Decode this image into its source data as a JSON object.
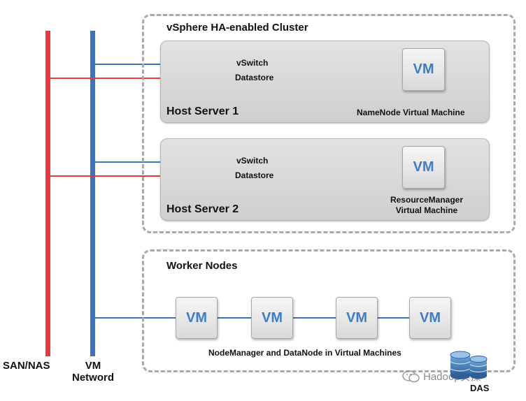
{
  "clusters": {
    "ha_title": "vSphere HA-enabled Cluster",
    "worker_title": "Worker Nodes"
  },
  "hosts": [
    {
      "name": "Host Server 1",
      "vswitch": "vSwitch",
      "datastore": "Datastore",
      "vm": "VM",
      "vm_caption": "NameNode Virtual Machine"
    },
    {
      "name": "Host Server 2",
      "vswitch": "vSwitch",
      "datastore": "Datastore",
      "vm": "VM",
      "vm_caption_line1": "ResourceManager",
      "vm_caption_line2": "Virtual Machine"
    }
  ],
  "workers": {
    "vms": [
      "VM",
      "VM",
      "VM",
      "VM"
    ],
    "caption": "NodeManager and DataNode in Virtual Machines"
  },
  "networks": {
    "san_label": "SAN/NAS",
    "vm_label_line1": "VM",
    "vm_label_line2": "Netword"
  },
  "das": {
    "label": "DAS"
  },
  "watermark": {
    "text": "Hadoop实操"
  },
  "colors": {
    "san": "#e8383d",
    "vm_network": "#3c74b8",
    "vm_text": "#3e7cc4",
    "dashed_border": "#a9a9a9"
  }
}
